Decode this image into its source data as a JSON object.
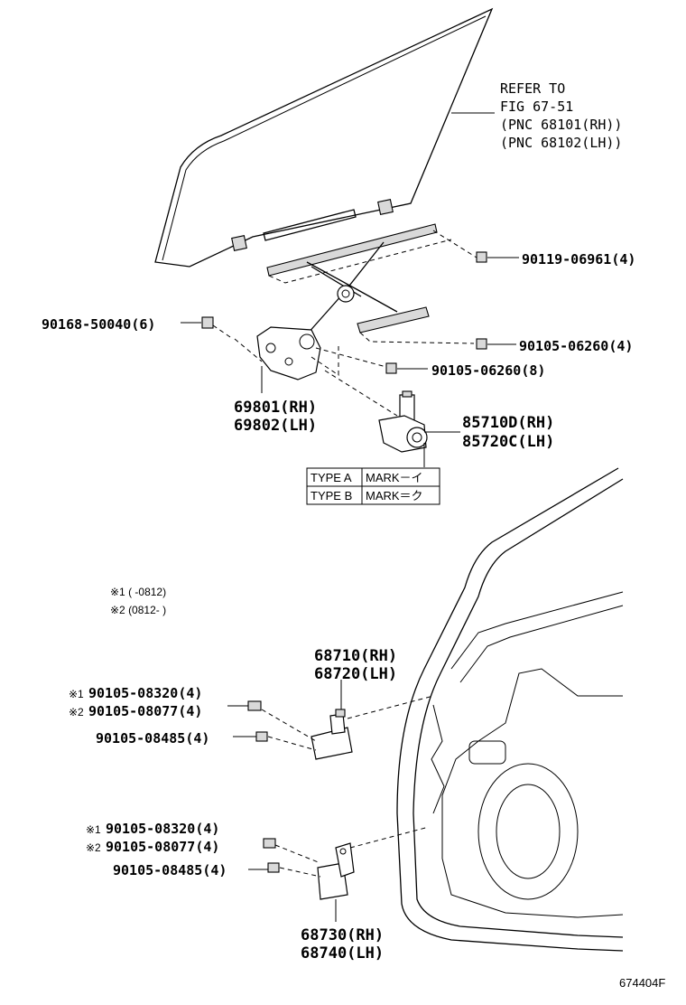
{
  "refer": {
    "line1": "REFER TO",
    "line2": "FIG 67-51",
    "line3": "(PNC 68101(RH))",
    "line4": "(PNC 68102(LH))"
  },
  "labels": {
    "bolt_90119": "90119-06961(4)",
    "bolt_90168": "90168-50040(6)",
    "bolt_90105_06260_4": "90105-06260(4)",
    "bolt_90105_06260_8": "90105-06260(8)",
    "regulator_rh": "69801(RH)",
    "regulator_lh": "69802(LH)",
    "motor_rh": "85710D(RH)",
    "motor_lh": "85720C(LH)",
    "upper_hinge_rh": "68710(RH)",
    "upper_hinge_lh": "68720(LH)",
    "upper_bolt_1": "90105-08320(4)",
    "upper_bolt_2": "90105-08077(4)",
    "upper_bolt_3": "90105-08485(4)",
    "lower_bolt_1": "90105-08320(4)",
    "lower_bolt_2": "90105-08077(4)",
    "lower_bolt_3": "90105-08485(4)",
    "lower_hinge_rh": "68730(RH)",
    "lower_hinge_lh": "68740(LH)"
  },
  "marks": {
    "note1": "※1",
    "note2": "※2"
  },
  "notes": {
    "note1_text": "※1 (     -0812)",
    "note2_text": "※2 (0812-     )"
  },
  "type_table": {
    "rows": [
      {
        "type": "TYPE A",
        "mark": "MARK－イ"
      },
      {
        "type": "TYPE B",
        "mark": "MARK＝ク"
      }
    ]
  },
  "figure_id": "674404F"
}
